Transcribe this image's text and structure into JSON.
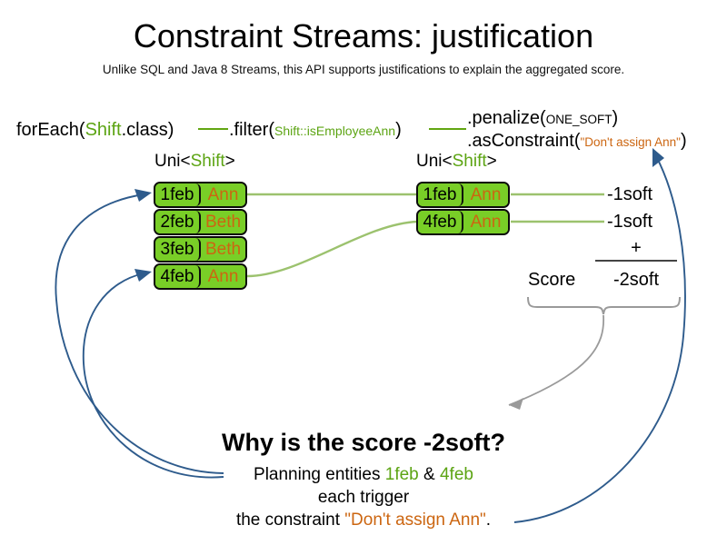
{
  "slide": {
    "title": "Constraint Streams: justification",
    "subtitle": "Unlike SQL and Java 8 Streams, this API supports justifications to explain the aggregated score.",
    "background_color": "#ffffff"
  },
  "colors": {
    "green_text": "#5CA413",
    "green_box": "#79CE27",
    "green_connector": "#9CC26E",
    "orange_text": "#CC6611",
    "blue_arrow": "#2E5B8C",
    "gray_arrow": "#9a9a9a",
    "black": "#000000"
  },
  "code": {
    "for_each": {
      "call": "forEach(",
      "type": "Shift",
      "tail": ".class)"
    },
    "filter": {
      "call": ".filter(",
      "arg": "Shift::isEmployeeAnn",
      "tail": ")"
    },
    "penalize": {
      "call": ".penalize(",
      "arg": "ONE_SOFT",
      "tail": ")"
    },
    "as_constraint": {
      "call": ".asConstraint(",
      "arg": "\"Don't assign Ann\"",
      "tail": ")"
    }
  },
  "streams": {
    "left": {
      "label_prefix": "Uni<",
      "label_type": "Shift",
      "label_suffix": ">",
      "rows": [
        {
          "date": "1feb",
          "employee": "Ann"
        },
        {
          "date": "2feb",
          "employee": "Beth"
        },
        {
          "date": "3feb",
          "employee": "Beth"
        },
        {
          "date": "4feb",
          "employee": "Ann"
        }
      ]
    },
    "right": {
      "label_prefix": "Uni<",
      "label_type": "Shift",
      "label_suffix": ">",
      "rows": [
        {
          "date": "1feb",
          "employee": "Ann"
        },
        {
          "date": "4feb",
          "employee": "Ann"
        }
      ]
    }
  },
  "score": {
    "penalties": [
      "-1soft",
      "-1soft"
    ],
    "operator": "+",
    "label": "Score",
    "total": "-2soft"
  },
  "explanation": {
    "heading": "Why is the score -2soft?",
    "line1_prefix": "Planning entities ",
    "line1_entity_a": "1feb",
    "line1_joiner": " & ",
    "line1_entity_b": "4feb",
    "line2": "each trigger",
    "line3_prefix": "the constraint ",
    "line3_constraint": "\"Don't assign Ann\"",
    "line3_suffix": "."
  }
}
